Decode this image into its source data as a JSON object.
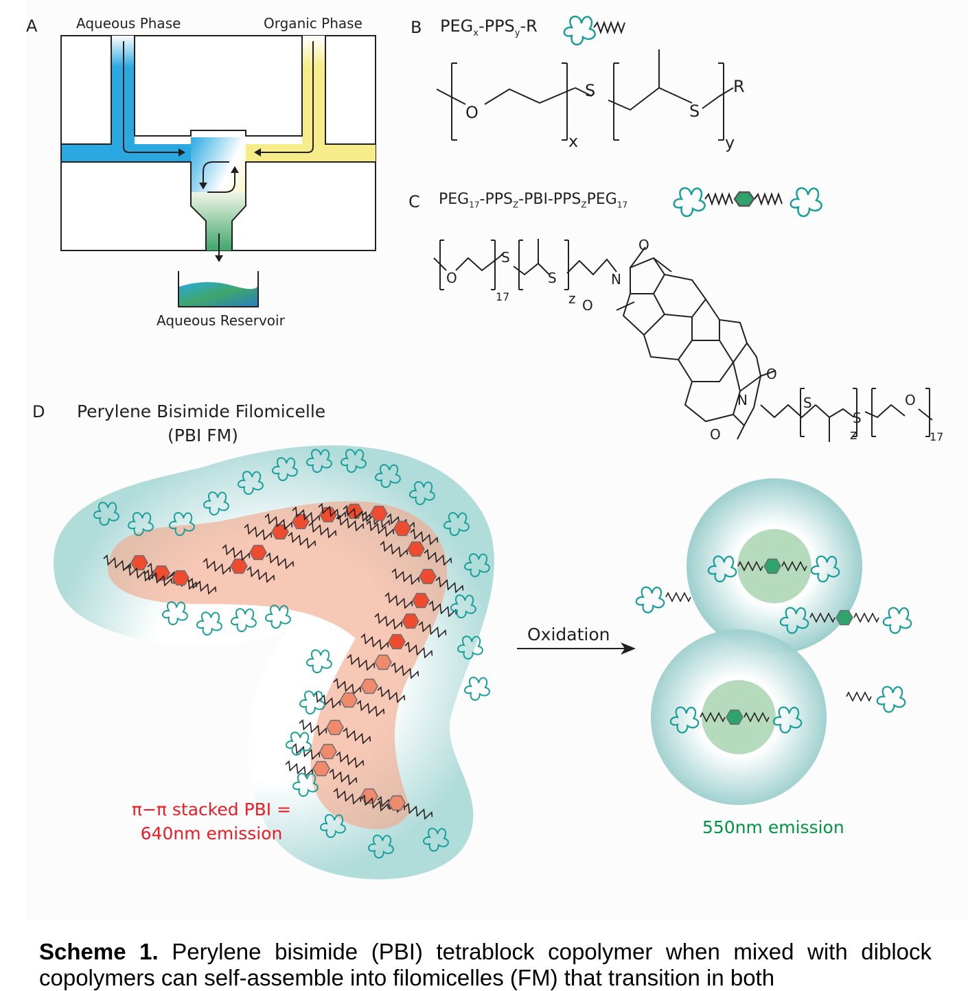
{
  "panels": {
    "a": {
      "letter": "A",
      "aqueous_phase": "Aqueous Phase",
      "organic_phase": "Organic Phase",
      "reservoir": "Aqueous Reservoir",
      "colors": {
        "aqueous": "#2aa9e0",
        "organic": "#f7ec8a",
        "mixed": "#3fa66b"
      }
    },
    "b": {
      "letter": "B",
      "formula_parts": [
        "PEG",
        "x",
        "-PPS",
        "y",
        "-R"
      ],
      "struct_labels": {
        "o": "O",
        "s1": "S",
        "s2": "S",
        "r": "R",
        "x": "x",
        "y": "y"
      }
    },
    "c": {
      "letter": "C",
      "formula_parts": [
        "PEG",
        "17",
        "-PPS",
        "Z",
        "-PBI-PPS",
        "Z",
        "PEG",
        "17"
      ],
      "struct_labels": {
        "o": "O",
        "s": "S",
        "n": "N",
        "carbonyl_o": "O",
        "n17": "17",
        "z": "z"
      }
    },
    "d": {
      "letter": "D",
      "title_line1": "Perylene Bisimide Filomicelle",
      "title_line2": "(PBI FM)",
      "arrow_label": "Oxidation",
      "red_line1": "π−π stacked PBI =",
      "red_line2": "640nm emission",
      "green_label": "550nm emission",
      "colors": {
        "peg": "#1a9e9c",
        "core": "#f3a385",
        "pbi_stacked": "#ef4b2f",
        "pbi_free": "#2ea36b",
        "shell": "#bfe3e2"
      }
    }
  },
  "caption": {
    "bold": "Scheme 1.",
    "text": " Perylene bisimide (PBI) tetrablock copolymer when mixed with diblock copolymers can self-assemble into filomicelles (FM) that transition in both"
  }
}
